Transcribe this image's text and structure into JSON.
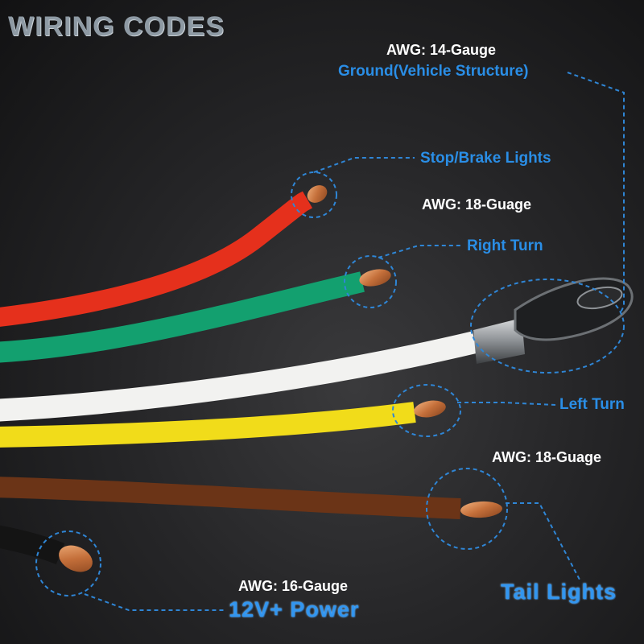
{
  "title": "WIRING CODES",
  "colors": {
    "label_white": "#ffffff",
    "label_blue": "#2a8ee6",
    "title_gray": "#8e9aa4",
    "leader_line": "#2f86d6",
    "copper": "#c9794a"
  },
  "wires": [
    {
      "color_name": "red",
      "color": "#e5301c",
      "function": "Stop/Brake Lights",
      "gauge": "AWG: 18-Guage"
    },
    {
      "color_name": "green",
      "color": "#13a06f",
      "function": "Right Turn",
      "gauge": "AWG: 18-Guage"
    },
    {
      "color_name": "white",
      "color": "#f2f2f0",
      "function": "Ground(Vehicle Structure)",
      "gauge": "AWG: 14-Gauge"
    },
    {
      "color_name": "yellow",
      "color": "#f1dc1a",
      "function": "Left Turn",
      "gauge": "AWG: 18-Guage"
    },
    {
      "color_name": "brown",
      "color": "#6b3417",
      "function": "Tail Lights",
      "gauge": "AWG: 18-Guage"
    },
    {
      "color_name": "black",
      "color": "#141414",
      "function": "12V+ Power",
      "gauge": "AWG: 16-Gauge"
    }
  ]
}
